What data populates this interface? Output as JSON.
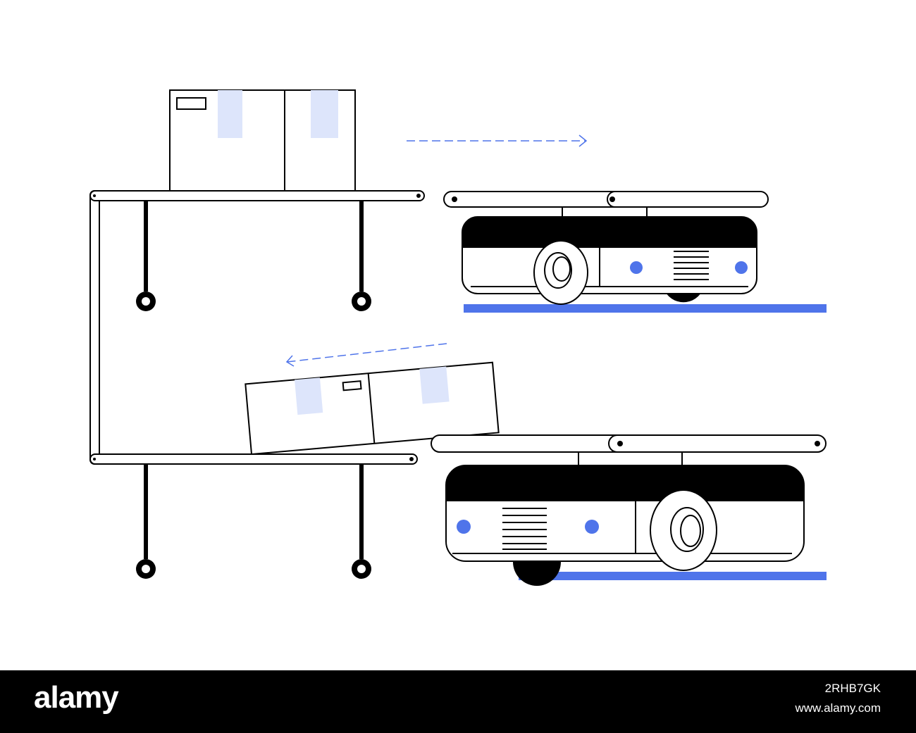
{
  "footer": {
    "brand": "alamy",
    "image_id": "2RHB7GK",
    "site_url": "www.alamy.com"
  },
  "colors": {
    "stroke": "#000000",
    "accent": "#4f74ea",
    "tape": "#dde5fb",
    "background": "#ffffff",
    "footer_background": "#000000"
  }
}
